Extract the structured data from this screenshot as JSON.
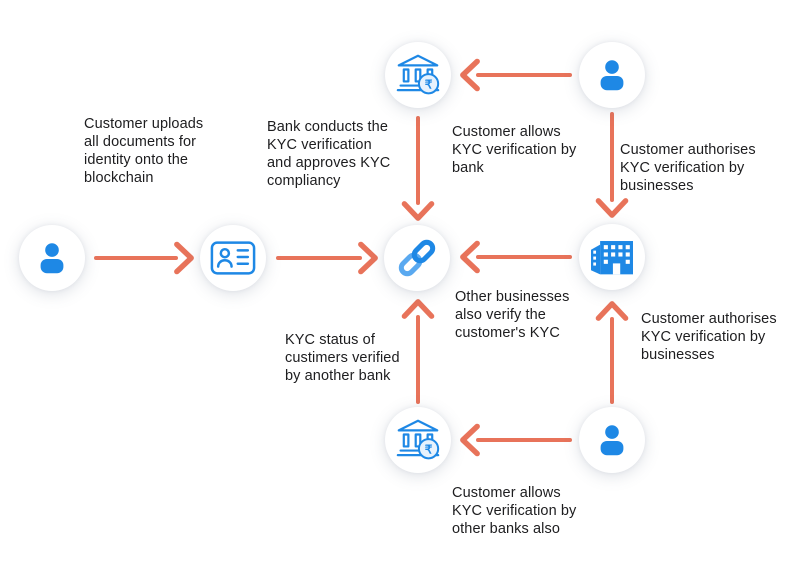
{
  "colors": {
    "arrow": "#E8735A",
    "icon_blue": "#1E88E5",
    "icon_blue_light": "#5AA9F0",
    "badge_fill": "#E7F2FD",
    "text": "#1D1D1F",
    "background": "#FFFFFF"
  },
  "icons": {
    "customer": "person-icon",
    "identity_card": "id-card-icon",
    "blockchain": "chain-link-icon",
    "bank": "bank-rupee-icon",
    "business": "office-building-icon",
    "bank_badge_symbol": "₹"
  },
  "labels": {
    "customer_uploads": "Customer uploads\nall documents for\nidentity onto the\nblockchain",
    "bank_conducts": "Bank conducts the\nKYC verification\nand approves KYC\ncompliancy",
    "allows_bank": "Customer allows\nKYC verification by\nbank",
    "authorises_businesses_top": "Customer authorises\nKYC verification by\nbusinesses",
    "other_businesses": "Other businesses\nalso verify the\ncustomer's KYC",
    "authorises_businesses_right": "Customer authorises\nKYC verification by\nbusinesses",
    "kyc_status": "KYC status of\ncustimers verified\nby another bank",
    "allows_other_banks": "Customer allows\nKYC verification by\nother banks also"
  }
}
